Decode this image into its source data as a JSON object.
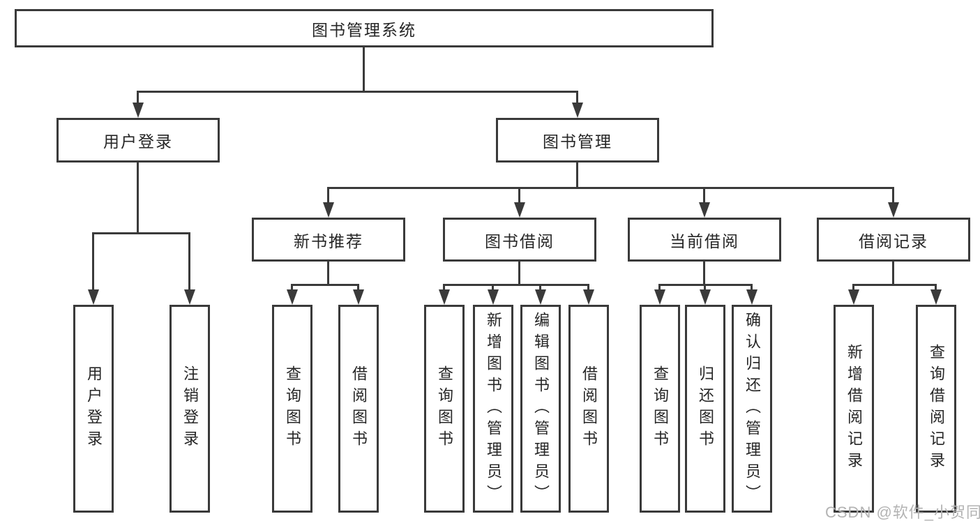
{
  "title": "图书管理系统",
  "watermark": {
    "text": "CSDN @软件_小贺同学"
  },
  "colors": {
    "line": "#3a3a3a",
    "text": "#262626",
    "wm": "#b3b3b3",
    "bg": "#ffffff"
  },
  "tree": {
    "label": "图书管理系统",
    "children": [
      {
        "label": "用户登录",
        "children": [
          {
            "label": "用户登录"
          },
          {
            "label": "注销登录"
          }
        ]
      },
      {
        "label": "图书管理",
        "children": [
          {
            "label": "新书推荐",
            "children": [
              {
                "label": "查询图书"
              },
              {
                "label": "借阅图书"
              }
            ]
          },
          {
            "label": "图书借阅",
            "children": [
              {
                "label": "查询图书"
              },
              {
                "label": "新增图书（管理员）"
              },
              {
                "label": "编辑图书（管理员）"
              },
              {
                "label": "借阅图书"
              }
            ]
          },
          {
            "label": "当前借阅",
            "children": [
              {
                "label": "查询图书"
              },
              {
                "label": "归还图书"
              },
              {
                "label": "确认归还（管理员）"
              }
            ]
          },
          {
            "label": "借阅记录",
            "children": [
              {
                "label": "新增借阅记录"
              },
              {
                "label": "查询借阅记录"
              }
            ]
          }
        ]
      }
    ]
  }
}
